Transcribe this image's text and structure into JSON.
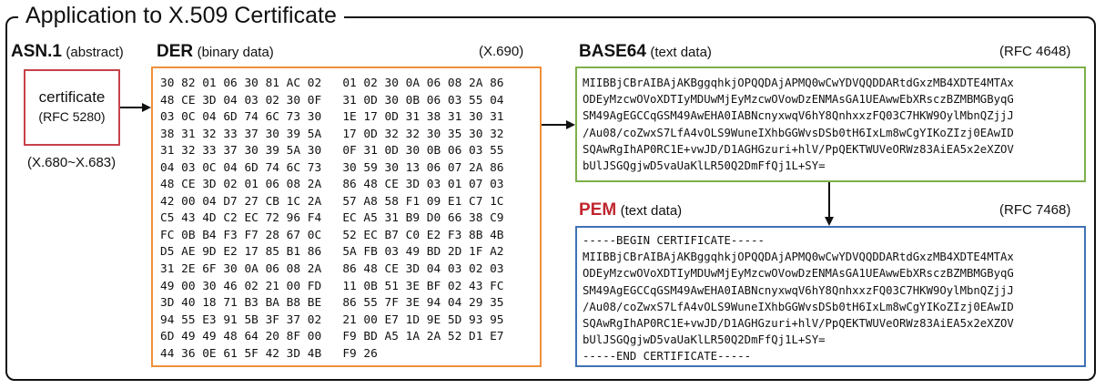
{
  "title": "Application to X.509 Certificate",
  "asn1": {
    "label": "ASN.1",
    "sublabel": "(abstract)",
    "box_line1": "certificate",
    "box_line2": "(RFC 5280)",
    "standard": "(X.680~X.683)",
    "border_color": "#c8414b"
  },
  "der": {
    "label": "DER",
    "sublabel": "(binary data)",
    "standard": "(X.690)",
    "border_color": "#f0903a",
    "lines": [
      "30 82 01 06 30 81 AC 02   01 02 30 0A 06 08 2A 86",
      "48 CE 3D 04 03 02 30 0F   31 0D 30 0B 06 03 55 04",
      "03 0C 04 6D 74 6C 73 30   1E 17 0D 31 38 31 30 31",
      "38 31 32 33 37 30 39 5A   17 0D 32 32 30 35 30 32",
      "31 32 33 37 30 39 5A 30   0F 31 0D 30 0B 06 03 55",
      "04 03 0C 04 6D 74 6C 73   30 59 30 13 06 07 2A 86",
      "48 CE 3D 02 01 06 08 2A   86 48 CE 3D 03 01 07 03",
      "42 00 04 D7 27 CB 1C 2A   57 A8 58 F1 09 E1 C7 1C",
      "C5 43 4D C2 EC 72 96 F4   EC A5 31 B9 D0 66 38 C9",
      "FC 0B B4 F3 F7 28 67 0C   52 EC B7 C0 E2 F3 8B 4B",
      "D5 AE 9D E2 17 85 B1 86   5A FB 03 49 BD 2D 1F A2",
      "31 2E 6F 30 0A 06 08 2A   86 48 CE 3D 04 03 02 03",
      "49 00 30 46 02 21 00 FD   11 0B 51 3E BF 02 43 FC",
      "3D 40 18 71 B3 BA B8 BE   86 55 7F 3E 94 04 29 35",
      "94 55 E3 91 5B 3F 37 02   21 00 E7 1D 9E 5D 93 95",
      "6D 49 49 48 64 20 8F 00   F9 BD A5 1A 2A 52 D1 E7",
      "44 36 0E 61 5F 42 3D 4B   F9 26"
    ]
  },
  "base64": {
    "label": "BASE64",
    "sublabel": "(text data)",
    "standard": "(RFC 4648)",
    "border_color": "#7db04a",
    "lines": [
      "MIIBBjCBrAIBAjAKBggqhkjOPQQDAjAPMQ0wCwYDVQQDDARtdGxzMB4XDTE4MTAx",
      "ODEyMzcwOVoXDTIyMDUwMjEyMzcwOVowDzENMAsGA1UEAwwEbXRsczBZMBMGByqG",
      "SM49AgEGCCqGSM49AwEHA0IABNcnyxwqV6hY8QnhxxzFQ03C7HKW9OylMbnQZjjJ",
      "/Au08/coZwxS7LfA4vOLS9WuneIXhbGGWvsDSb0tH6IxLm8wCgYIKoZIzj0EAwID",
      "SQAwRgIhAP0RC1E+vwJD/D1AGHGzuri+hlV/PpQEKTWUVeORWz83AiEA5x2eXZOV",
      "bUlJSGQgjwD5vaUaKlLR50Q2DmFfQj1L+SY="
    ]
  },
  "pem": {
    "label": "PEM",
    "sublabel": "(text data)",
    "standard": "(RFC 7468)",
    "label_color": "#c0262e",
    "border_color": "#3f72b5",
    "lines": [
      "-----BEGIN CERTIFICATE-----",
      "MIIBBjCBrAIBAjAKBggqhkjOPQQDAjAPMQ0wCwYDVQQDDARtdGxzMB4XDTE4MTAx",
      "ODEyMzcwOVoXDTIyMDUwMjEyMzcwOVowDzENMAsGA1UEAwwEbXRsczBZMBMGByqG",
      "SM49AgEGCCqGSM49AwEHA0IABNcnyxwqV6hY8QnhxxzFQ03C7HKW9OylMbnQZjjJ",
      "/Au08/coZwxS7LfA4vOLS9WuneIXhbGGWvsDSb0tH6IxLm8wCgYIKoZIzj0EAwID",
      "SQAwRgIhAP0RC1E+vwJD/D1AGHGzuri+hlV/PpQEKTWUVeORWz83AiEA5x2eXZOV",
      "bUlJSGQgjwD5vaUaKlLR50Q2DmFfQj1L+SY=",
      "-----END CERTIFICATE-----"
    ]
  }
}
